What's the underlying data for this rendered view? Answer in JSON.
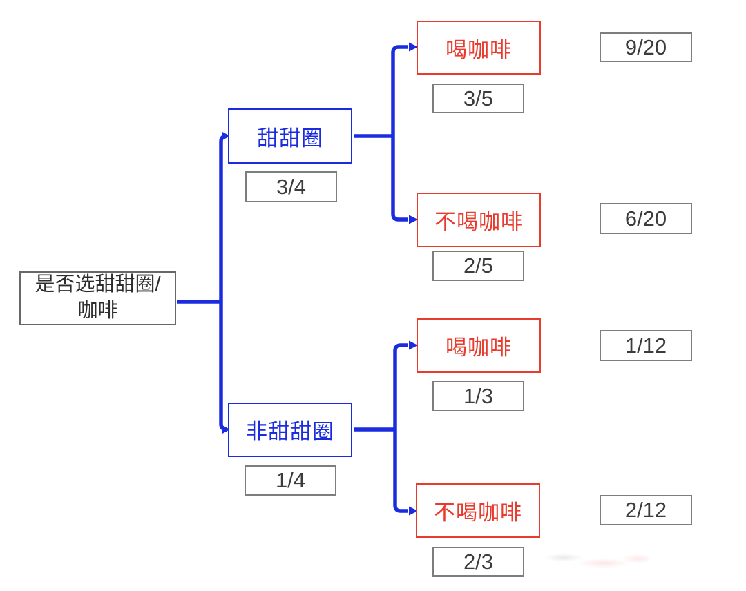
{
  "tree": {
    "root": {
      "line1": "是否选甜甜圈/",
      "line2": "咖啡"
    },
    "branches": {
      "donut": {
        "label": "甜甜圈",
        "probability": "3/4"
      },
      "non_donut": {
        "label": "非甜甜圈",
        "probability": "1/4"
      }
    },
    "leaves": {
      "donut_coffee": {
        "label": "喝咖啡",
        "conditional": "3/5",
        "joint": "9/20"
      },
      "donut_no_coffee": {
        "label": "不喝咖啡",
        "conditional": "2/5",
        "joint": "6/20"
      },
      "non_donut_coffee": {
        "label": "喝咖啡",
        "conditional": "1/3",
        "joint": "1/12"
      },
      "non_donut_no_coffee": {
        "label": "不喝咖啡",
        "conditional": "2/3",
        "joint": "2/12"
      }
    },
    "colors": {
      "branch_blue": "#1b2ce0",
      "outcome_red": "#e83b2e",
      "prob_box_border": "#7d7d7d",
      "root_box_border": "#686868",
      "text_dark": "#2d2d2d"
    }
  }
}
